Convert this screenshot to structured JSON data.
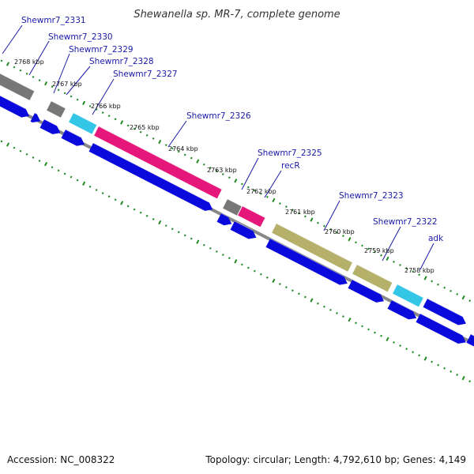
{
  "title": "Shewanella sp. MR-7, complete genome",
  "footer": {
    "accession": "Accession: NC_008322",
    "stats": "Topology: circular; Length: 4,792,610 bp; Genes: 4,149"
  },
  "colors": {
    "cds": "#0a0adc",
    "pseudo_gray": "#777777",
    "cyan": "#33c6e6",
    "pink": "#e6177a",
    "olive": "#b5b06a",
    "backbone": "#888888",
    "tick": "#1f8a1f",
    "label": "#1a1aa8"
  },
  "gene_labels": [
    {
      "id": "Shewmr7_2331",
      "text": "Shewmr7_2331"
    },
    {
      "id": "Shewmr7_2330",
      "text": "Shewmr7_2330"
    },
    {
      "id": "Shewmr7_2329",
      "text": "Shewmr7_2329"
    },
    {
      "id": "Shewmr7_2328",
      "text": "Shewmr7_2328"
    },
    {
      "id": "Shewmr7_2327",
      "text": "Shewmr7_2327"
    },
    {
      "id": "Shewmr7_2326",
      "text": "Shewmr7_2326"
    },
    {
      "id": "Shewmr7_2325",
      "text": "Shewmr7_2325"
    },
    {
      "id": "recR",
      "text": "recR"
    },
    {
      "id": "Shewmr7_2323",
      "text": "Shewmr7_2323"
    },
    {
      "id": "Shewmr7_2322",
      "text": "Shewmr7_2322"
    },
    {
      "id": "adk",
      "text": "adk"
    }
  ],
  "kbp_labels": [
    "2768 kbp",
    "2767 kbp",
    "2766 kbp",
    "2765 kbp",
    "2764 kbp",
    "2763 kbp",
    "2762 kbp",
    "2761 kbp",
    "2760 kbp",
    "2759 kbp",
    "2758 kbp"
  ]
}
